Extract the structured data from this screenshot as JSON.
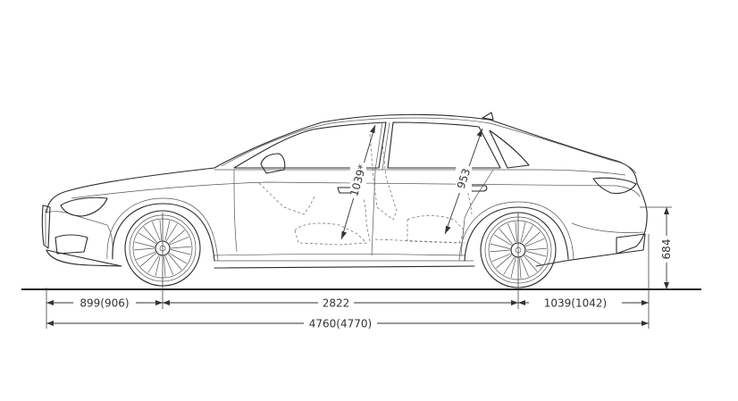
{
  "dimensions": {
    "front_overhang": "899(906)",
    "wheelbase": "2822",
    "rear_overhang": "1039(1042)",
    "overall_length": "4760(4770)",
    "rear_height": "684",
    "front_headroom": "1039*",
    "rear_headroom": "953"
  },
  "colors": {
    "line": "#2a2a2a",
    "background": "#ffffff"
  }
}
